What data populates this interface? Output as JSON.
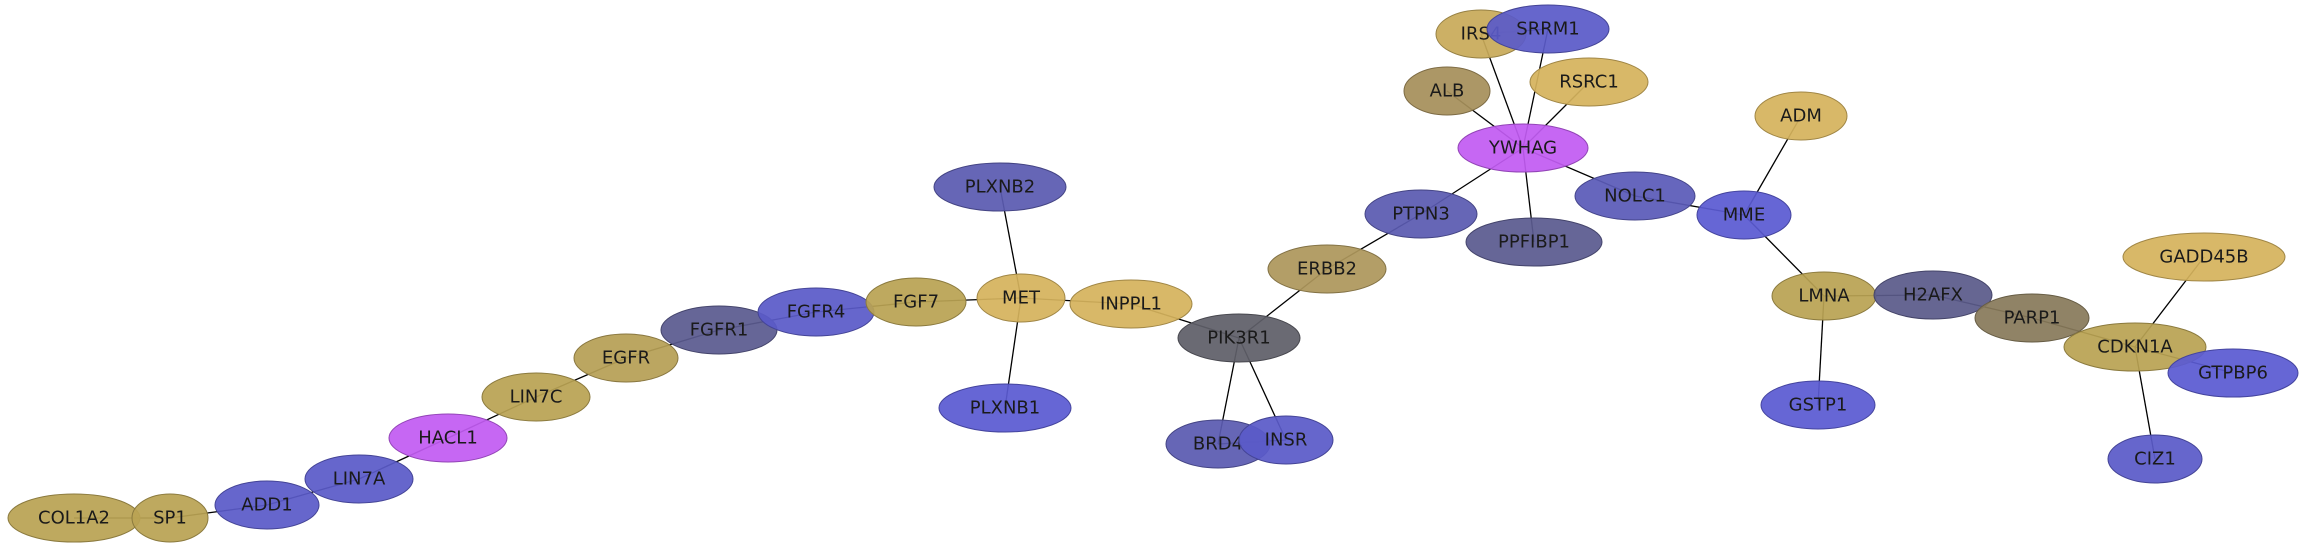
{
  "nodes": [
    {
      "id": "COL1A2",
      "label": "COL1A2",
      "color": "#b9a253"
    },
    {
      "id": "SP1",
      "label": "SP1",
      "color": "#b9a253"
    },
    {
      "id": "ADD1",
      "label": "ADD1",
      "color": "#5a5ac8"
    },
    {
      "id": "LIN7A",
      "label": "LIN7A",
      "color": "#5a5ac8"
    },
    {
      "id": "HACL1",
      "label": "HACL1",
      "color": "#c25bf2"
    },
    {
      "id": "LIN7C",
      "label": "LIN7C",
      "color": "#b9a253"
    },
    {
      "id": "EGFR",
      "label": "EGFR",
      "color": "#b69f55"
    },
    {
      "id": "FGFR1",
      "label": "FGFR1",
      "color": "#5a5a8f"
    },
    {
      "id": "FGFR4",
      "label": "FGFR4",
      "color": "#5a5ac8"
    },
    {
      "id": "FGF7",
      "label": "FGF7",
      "color": "#b9a253"
    },
    {
      "id": "MET",
      "label": "MET",
      "color": "#d5b35c"
    },
    {
      "id": "PLXNB2",
      "label": "PLXNB2",
      "color": "#5a5ab0"
    },
    {
      "id": "PLXNB1",
      "label": "PLXNB1",
      "color": "#5a5ad2"
    },
    {
      "id": "INPPL1",
      "label": "INPPL1",
      "color": "#d5b35c"
    },
    {
      "id": "PIK3R1",
      "label": "PIK3R1",
      "color": "#5f5f68"
    },
    {
      "id": "BRD4",
      "label": "BRD4",
      "color": "#5a5ab0"
    },
    {
      "id": "INSR",
      "label": "INSR",
      "color": "#5a5ac8"
    },
    {
      "id": "ERBB2",
      "label": "ERBB2",
      "color": "#ad975b"
    },
    {
      "id": "PTPN3",
      "label": "PTPN3",
      "color": "#5a5ab0"
    },
    {
      "id": "YWHAG",
      "label": "YWHAG",
      "color": "#c25bf2"
    },
    {
      "id": "ALB",
      "label": "ALB",
      "color": "#a68f5a"
    },
    {
      "id": "IRS4",
      "label": "IRS4",
      "color": "#c8aa59"
    },
    {
      "id": "SRRM1",
      "label": "SRRM1",
      "color": "#5a5ac8"
    },
    {
      "id": "RSRC1",
      "label": "RSRC1",
      "color": "#d5b35c"
    },
    {
      "id": "PPFIBP1",
      "label": "PPFIBP1",
      "color": "#5a5a8f"
    },
    {
      "id": "NOLC1",
      "label": "NOLC1",
      "color": "#5a5ab8"
    },
    {
      "id": "MME",
      "label": "MME",
      "color": "#5a5ad2"
    },
    {
      "id": "ADM",
      "label": "ADM",
      "color": "#d5b35c"
    },
    {
      "id": "LMNA",
      "label": "LMNA",
      "color": "#b9a253"
    },
    {
      "id": "GSTP1",
      "label": "GSTP1",
      "color": "#5a5ad2"
    },
    {
      "id": "H2AFX",
      "label": "H2AFX",
      "color": "#5a5a8a"
    },
    {
      "id": "PARP1",
      "label": "PARP1",
      "color": "#887a5a"
    },
    {
      "id": "CDKN1A",
      "label": "CDKN1A",
      "color": "#b9a253"
    },
    {
      "id": "GADD45B",
      "label": "GADD45B",
      "color": "#d5b35c"
    },
    {
      "id": "GTPBP6",
      "label": "GTPBP6",
      "color": "#5a5ad2"
    },
    {
      "id": "CIZ1",
      "label": "CIZ1",
      "color": "#5a5ac8"
    }
  ],
  "edges": [
    [
      "COL1A2",
      "SP1"
    ],
    [
      "SP1",
      "ADD1"
    ],
    [
      "ADD1",
      "LIN7A"
    ],
    [
      "LIN7A",
      "HACL1"
    ],
    [
      "HACL1",
      "LIN7C"
    ],
    [
      "LIN7C",
      "EGFR"
    ],
    [
      "EGFR",
      "FGFR1"
    ],
    [
      "FGFR1",
      "FGFR4"
    ],
    [
      "FGFR4",
      "FGF7"
    ],
    [
      "FGF7",
      "MET"
    ],
    [
      "MET",
      "PLXNB2"
    ],
    [
      "MET",
      "PLXNB1"
    ],
    [
      "MET",
      "INPPL1"
    ],
    [
      "INPPL1",
      "PIK3R1"
    ],
    [
      "PIK3R1",
      "BRD4"
    ],
    [
      "PIK3R1",
      "INSR"
    ],
    [
      "BRD4",
      "INSR"
    ],
    [
      "PIK3R1",
      "ERBB2"
    ],
    [
      "ERBB2",
      "PTPN3"
    ],
    [
      "PTPN3",
      "YWHAG"
    ],
    [
      "YWHAG",
      "ALB"
    ],
    [
      "YWHAG",
      "IRS4"
    ],
    [
      "YWHAG",
      "SRRM1"
    ],
    [
      "IRS4",
      "SRRM1"
    ],
    [
      "YWHAG",
      "RSRC1"
    ],
    [
      "YWHAG",
      "PPFIBP1"
    ],
    [
      "YWHAG",
      "NOLC1"
    ],
    [
      "NOLC1",
      "MME"
    ],
    [
      "MME",
      "ADM"
    ],
    [
      "MME",
      "LMNA"
    ],
    [
      "LMNA",
      "GSTP1"
    ],
    [
      "LMNA",
      "H2AFX"
    ],
    [
      "H2AFX",
      "PARP1"
    ],
    [
      "PARP1",
      "CDKN1A"
    ],
    [
      "CDKN1A",
      "GADD45B"
    ],
    [
      "CDKN1A",
      "GTPBP6"
    ],
    [
      "CDKN1A",
      "CIZ1"
    ]
  ]
}
